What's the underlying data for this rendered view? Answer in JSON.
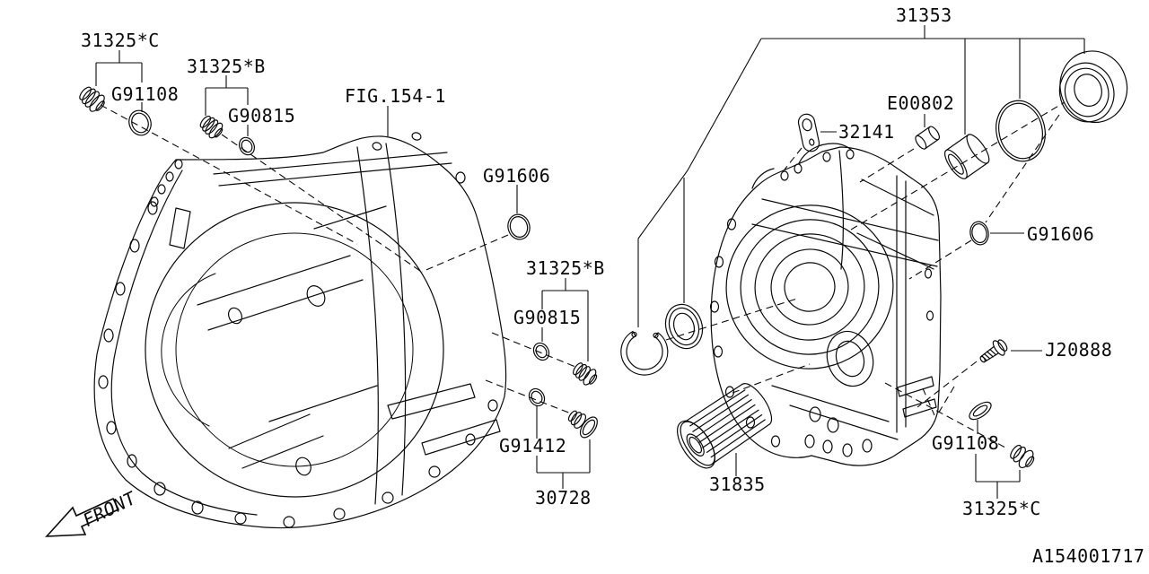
{
  "diagram": {
    "figure_ref": "FIG.154-1",
    "drawing_number": "A154001717",
    "front_indicator": "FRONT"
  },
  "part_labels": {
    "plug_31325c_top": "31325*C",
    "washer_g91108_top": "G91108",
    "plug_31325b_top": "31325*B",
    "washer_g90815_top": "G90815",
    "oring_g91606_left": "G91606",
    "plug_31325b_mid": "31325*B",
    "washer_g90815_mid": "G90815",
    "washer_g91412": "G91412",
    "plug_30728": "30728",
    "case_kit_31353": "31353",
    "pin_e00802": "E00802",
    "plate_32141": "32141",
    "oring_g91606_right": "G91606",
    "bolt_j20888": "J20888",
    "washer_g91108_bottom": "G91108",
    "plug_31325c_bottom": "31325*C",
    "oil_filter_31835": "31835"
  },
  "colors": {
    "line": "#000000",
    "background": "#ffffff"
  }
}
